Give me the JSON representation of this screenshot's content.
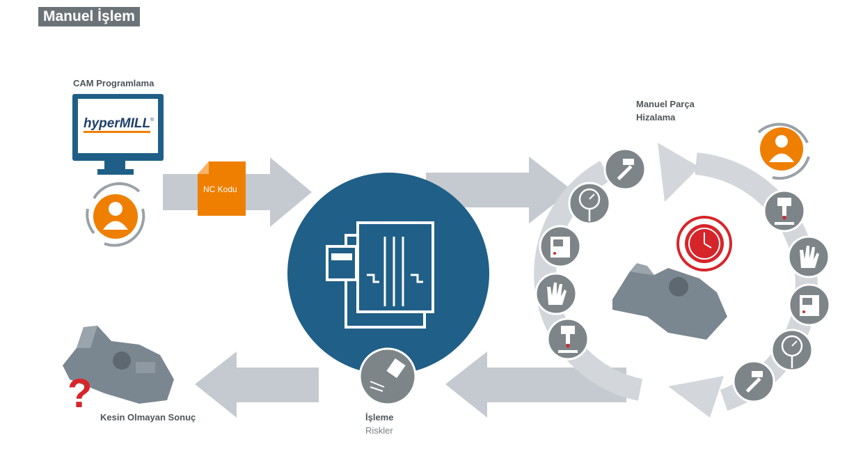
{
  "title": "Manuel İşlem",
  "labels": {
    "cam": "CAM Programlama",
    "software": "hyperMILL",
    "software_mark": "®",
    "nc_code": "NC Kodu",
    "alignment_line1": "Manuel Parça",
    "alignment_line2": "Hizalama",
    "result": "Kesin Olmayan Sonuç",
    "machining": "İşleme",
    "risks": "Riskler",
    "question_mark": "?"
  },
  "colors": {
    "arrow_gray": "#c5cad0",
    "circle_blue": "#205f87",
    "orange": "#ee7f00",
    "icon_gray": "#7d8589",
    "red": "#d6252a",
    "dark_blue": "#1f5f87",
    "ring_gray": "#d3d7db",
    "part_gray": "#7b8790"
  },
  "icons": [
    "monitor-icon",
    "operator-icon",
    "nc-document-icon",
    "machine-controller-icon",
    "hammer-icon",
    "gauge-icon",
    "control-panel-icon",
    "hand-icon",
    "probe-icon",
    "clock-icon",
    "workpiece-icon",
    "spindle-icon",
    "question-icon"
  ]
}
